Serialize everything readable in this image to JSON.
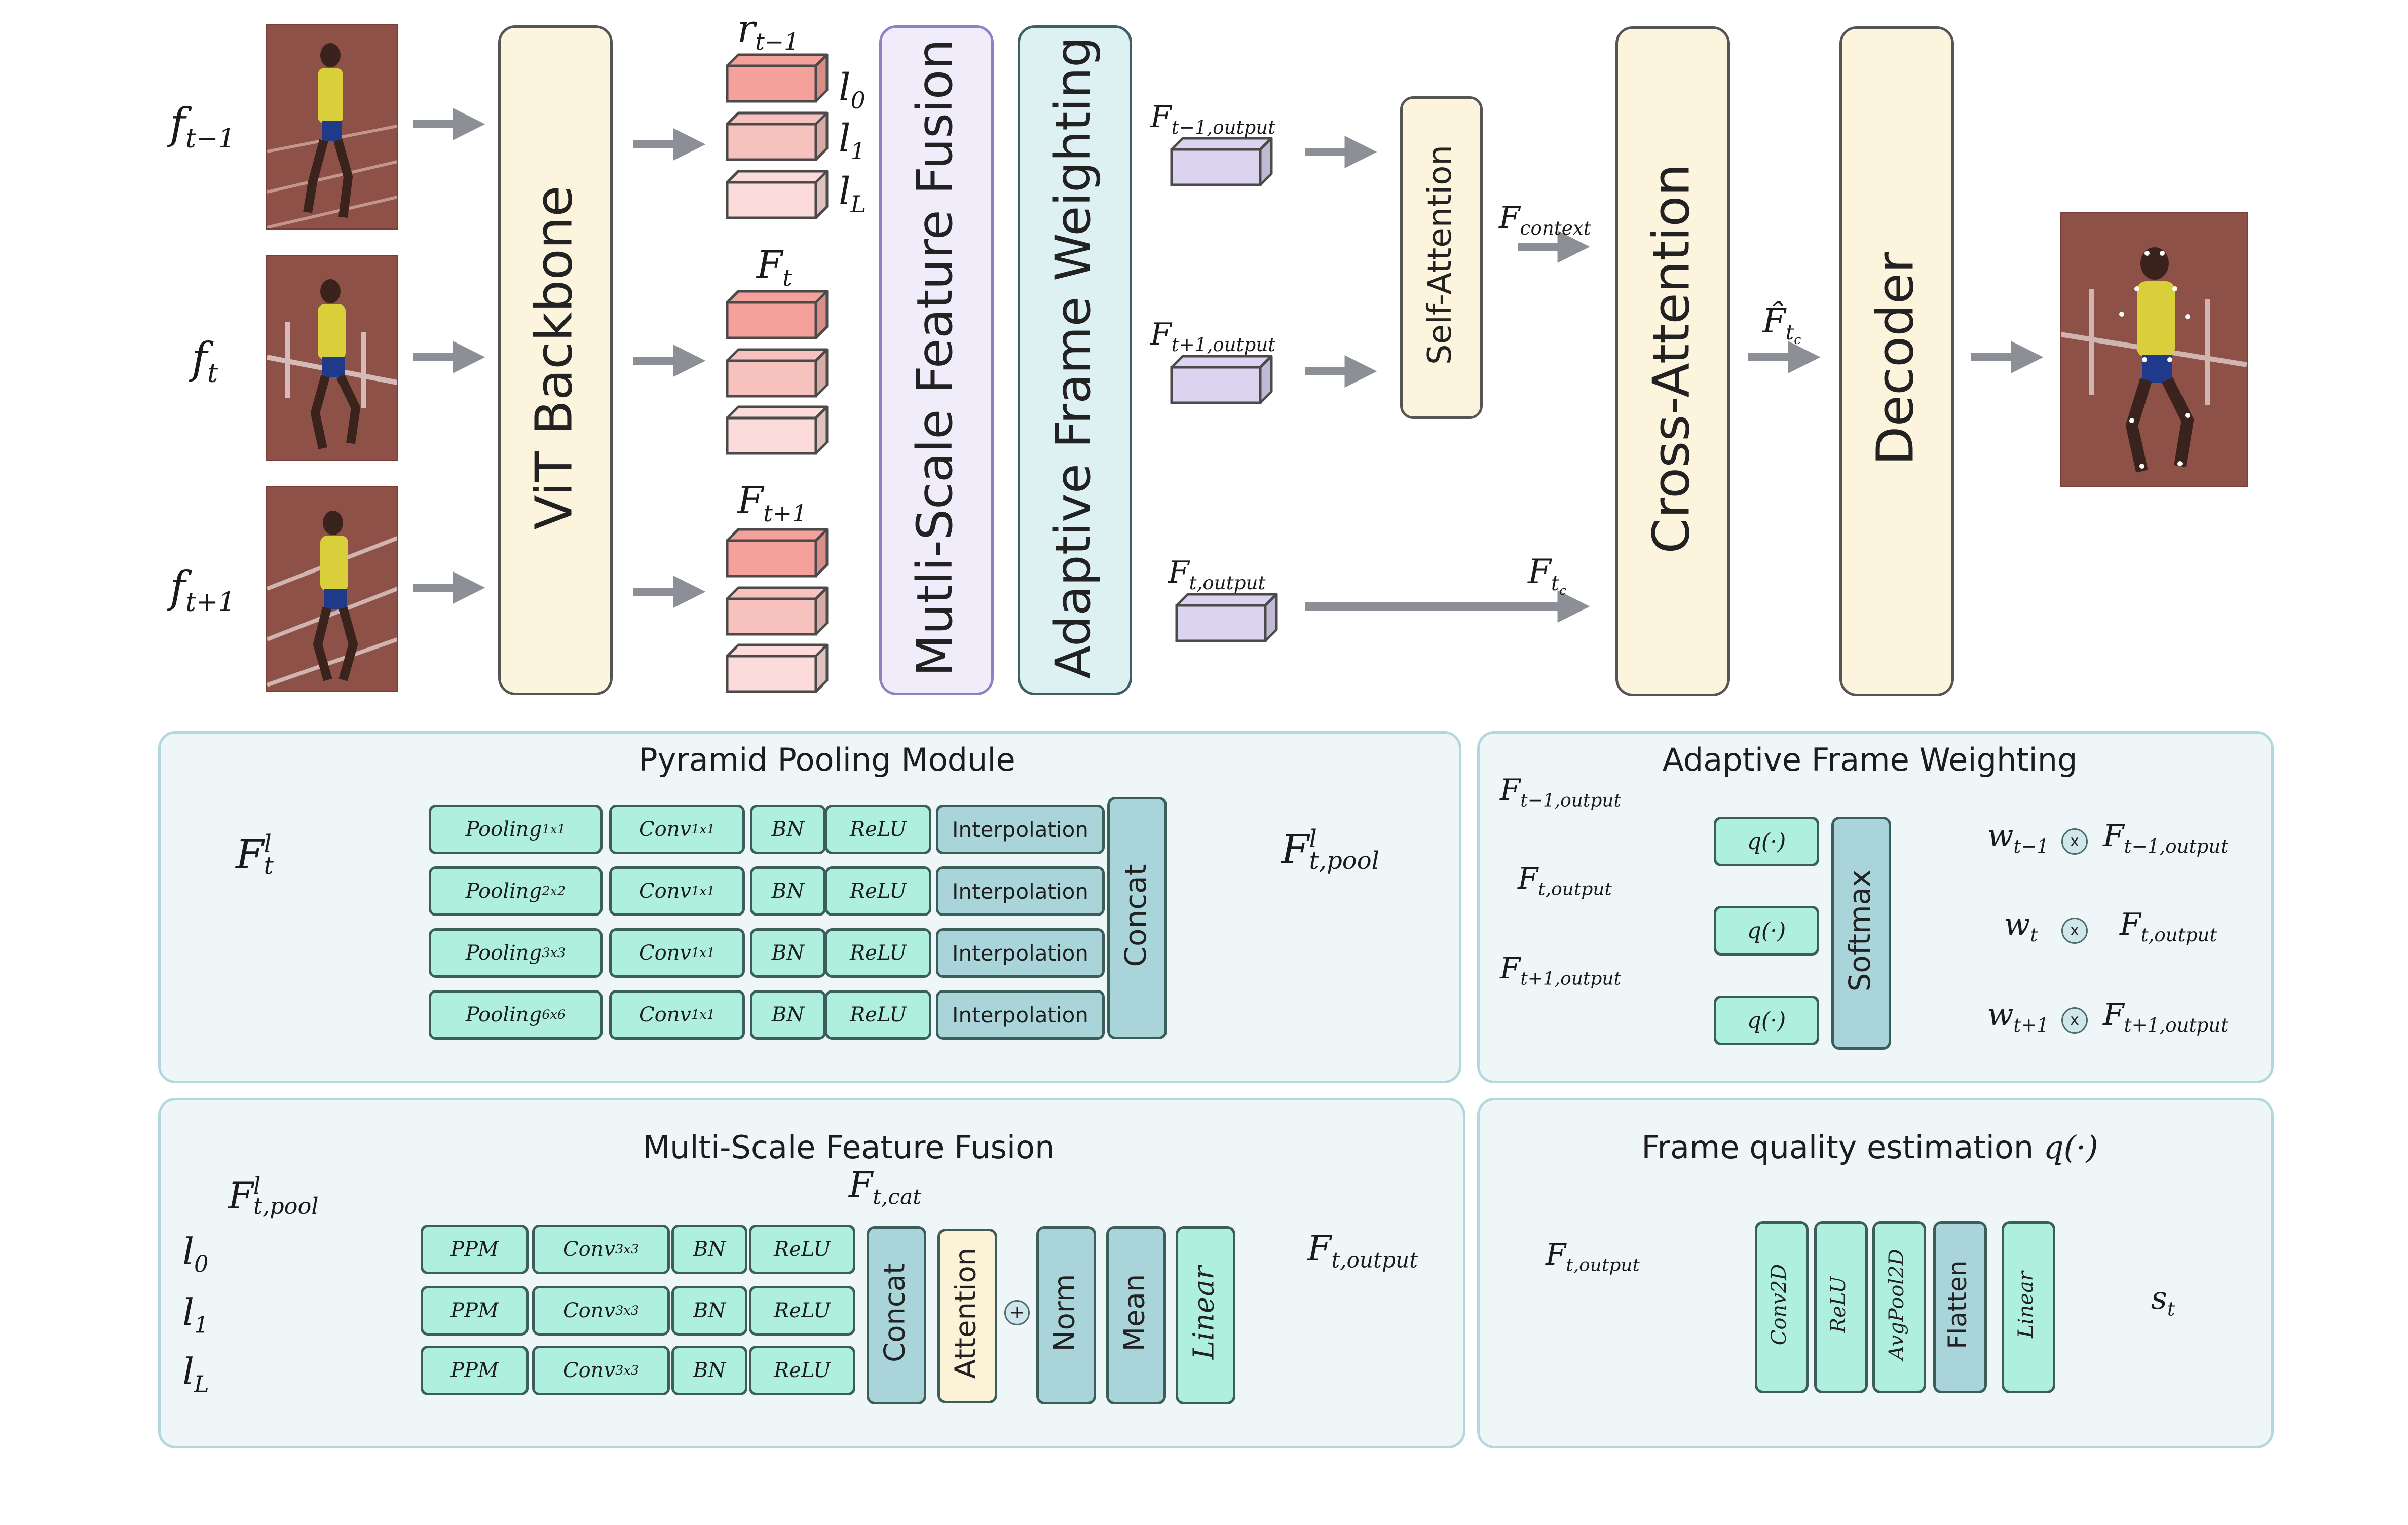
{
  "top": {
    "inputs": [
      {
        "sym": "f",
        "sub": "t−1"
      },
      {
        "sym": "f",
        "sub": "t"
      },
      {
        "sym": "f",
        "sub": "t+1"
      }
    ],
    "vit": "ViT Backbone",
    "feat_labels": [
      {
        "sym": "r",
        "sub": "t−1"
      },
      {
        "sym": "F",
        "sub": "t"
      },
      {
        "sym": "F",
        "sub": "t+1"
      }
    ],
    "levels": [
      {
        "sym": "l",
        "sub": "0"
      },
      {
        "sym": "l",
        "sub": "1"
      },
      {
        "sym": "l",
        "sub": "L"
      }
    ],
    "msff": "Mutli-Scale Feature Fusion",
    "afw": "Adaptive Frame Weighting",
    "outputs": [
      {
        "sym": "F",
        "sub": "t−1,output"
      },
      {
        "sym": "F",
        "sub": "t+1,output"
      },
      {
        "sym": "F",
        "sub": "t,output"
      }
    ],
    "self_attention": "Self-Attention",
    "context": {
      "sym": "F",
      "sub": "context"
    },
    "ftc": {
      "sym": "F",
      "sub": "t",
      "subsub": "c"
    },
    "ftc_hat": {
      "sym": "F̂",
      "sub": "t",
      "subsub": "c"
    },
    "cross_attention": "Cross-Attention",
    "decoder": "Decoder"
  },
  "ppm": {
    "title": "Pyramid Pooling Module",
    "input": {
      "sym": "F",
      "sub": "t",
      "sup": "l"
    },
    "rows": [
      {
        "pool": "Pooling",
        "pool_sub": "1x1",
        "conv": "Conv",
        "conv_sub": "1x1",
        "bn": "BN",
        "relu": "ReLU",
        "interp": "Interpolation"
      },
      {
        "pool": "Pooling",
        "pool_sub": "2x2",
        "conv": "Conv",
        "conv_sub": "1x1",
        "bn": "BN",
        "relu": "ReLU",
        "interp": "Interpolation"
      },
      {
        "pool": "Pooling",
        "pool_sub": "3x3",
        "conv": "Conv",
        "conv_sub": "1x1",
        "bn": "BN",
        "relu": "ReLU",
        "interp": "Interpolation"
      },
      {
        "pool": "Pooling",
        "pool_sub": "6x6",
        "conv": "Conv",
        "conv_sub": "1x1",
        "bn": "BN",
        "relu": "ReLU",
        "interp": "Interpolation"
      }
    ],
    "concat": "Concat",
    "output": {
      "sym": "F",
      "sub": "t,pool",
      "sup": "l"
    }
  },
  "afw": {
    "title": "Adaptive Frame Weighting",
    "inputs": [
      {
        "sym": "F",
        "sub": "t−1,output"
      },
      {
        "sym": "F",
        "sub": "t,output"
      },
      {
        "sym": "F",
        "sub": "t+1,output"
      }
    ],
    "q": "q(·)",
    "softmax": "Softmax",
    "weights": [
      {
        "sym": "w",
        "sub": "t−1"
      },
      {
        "sym": "w",
        "sub": "t"
      },
      {
        "sym": "w",
        "sub": "t+1"
      }
    ],
    "times": "x",
    "outs": [
      {
        "sym": "F",
        "sub": "t−1,output"
      },
      {
        "sym": "F",
        "sub": "t,output"
      },
      {
        "sym": "F",
        "sub": "t+1,output"
      }
    ]
  },
  "msf": {
    "title": "Multi-Scale Feature Fusion",
    "input": {
      "sym": "F",
      "sub": "t,pool",
      "sup": "l"
    },
    "levels": [
      {
        "sym": "l",
        "sub": "0"
      },
      {
        "sym": "l",
        "sub": "1"
      },
      {
        "sym": "l",
        "sub": "L"
      }
    ],
    "row": {
      "ppm": "PPM",
      "conv": "Conv",
      "conv_sub": "3x3",
      "bn": "BN",
      "relu": "ReLU"
    },
    "concat": "Concat",
    "attention": "Attention",
    "cat": {
      "sym": "F",
      "sub": "t,cat"
    },
    "plus": "+",
    "norm": "Norm",
    "mean": "Mean",
    "linear": "Linear",
    "output": {
      "sym": "F",
      "sub": "t,output"
    }
  },
  "fqe": {
    "title": "Frame quality estimation",
    "title_q": "q(·)",
    "input": {
      "sym": "F",
      "sub": "t,output"
    },
    "blocks": [
      "Conv2D",
      "ReLU",
      "AvgPool2D",
      "Flatten",
      "Linear"
    ],
    "output": {
      "sym": "s",
      "sub": "t"
    }
  },
  "colors": {
    "red_strong": "#f4a09b",
    "red_mid": "#f7c2be",
    "red_light": "#fbdcda",
    "lavender": "#dcd3f1",
    "teal": "#aef0dd",
    "teal_dark": "#a9d5da",
    "beige": "#fcf4dd",
    "panel_bg": "#eef6f8",
    "arrow": "#8c9096"
  }
}
